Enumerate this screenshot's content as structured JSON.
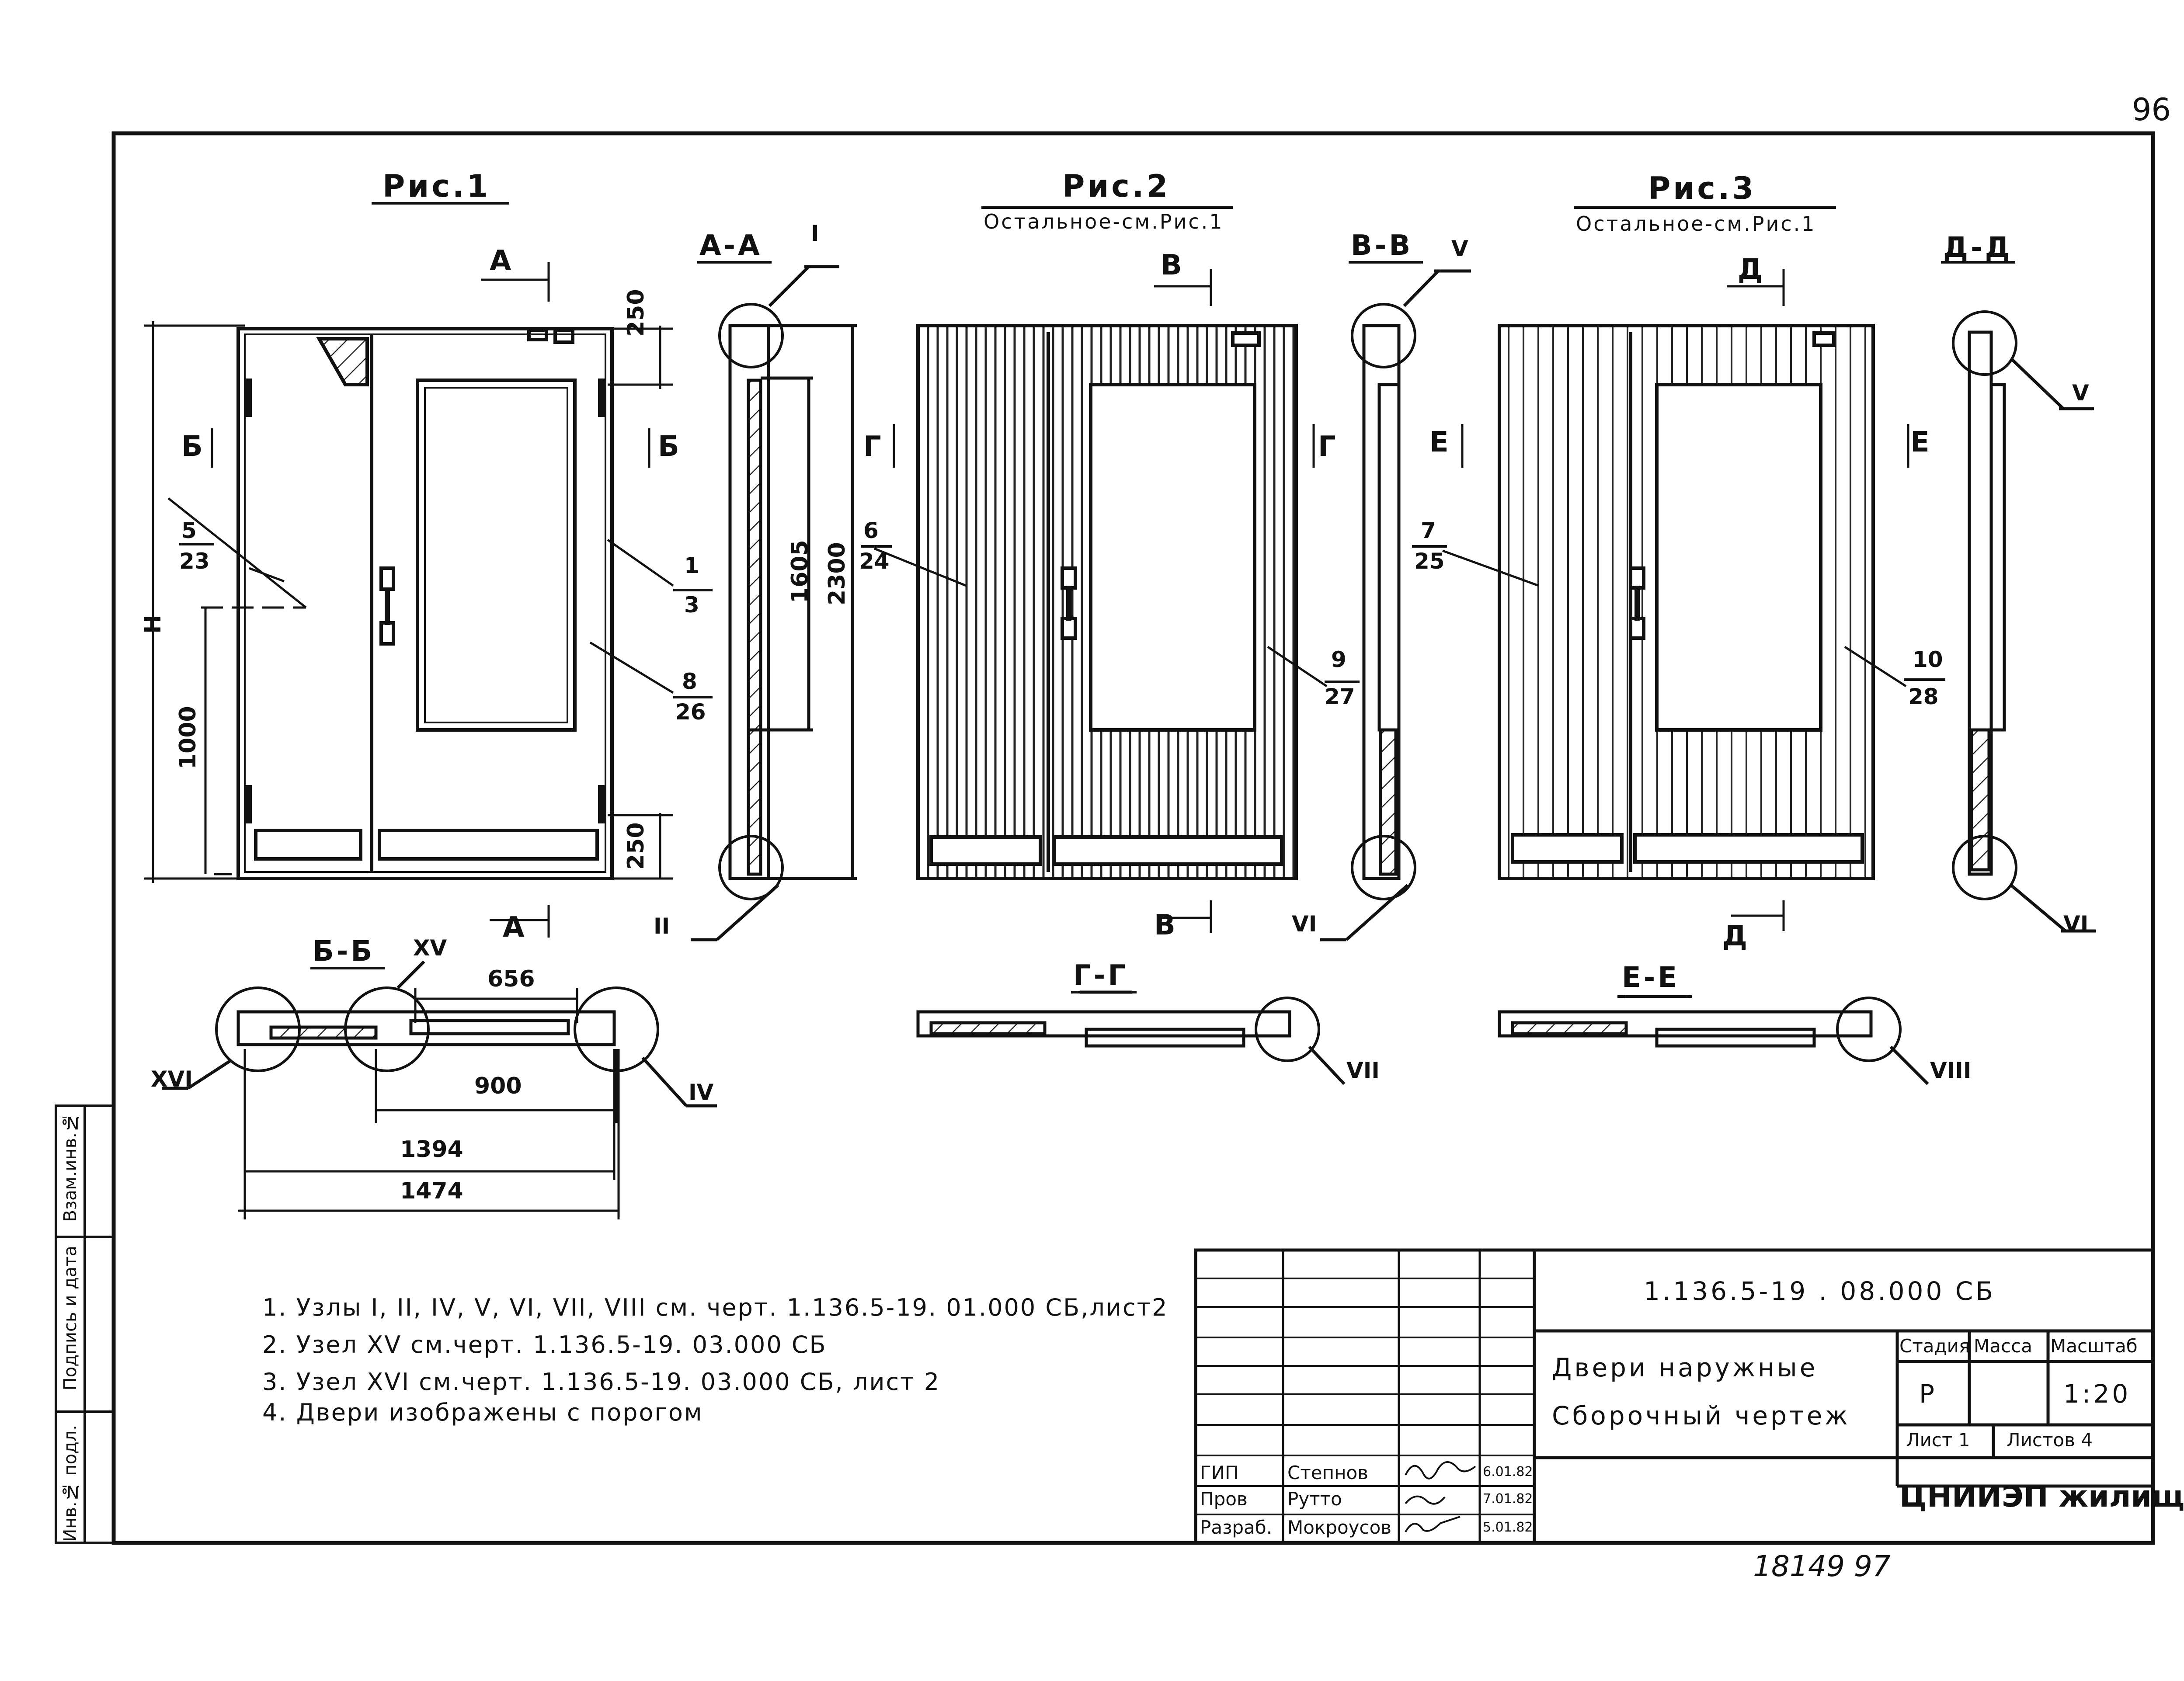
{
  "sheet": {
    "page_number": "96",
    "bottom_numbers": "18149  97"
  },
  "figures": {
    "fig1_title": "Рис.1",
    "fig2_title": "Рис.2",
    "fig2_sub": "Остальное-см.Рис.1",
    "fig3_title": "Рис.3",
    "fig3_sub": "Остальное-см.Рис.1"
  },
  "sections": {
    "aa": "А-А",
    "bb": "Б-Б",
    "vv": "В-В",
    "gg": "Г-Г",
    "dd": "Д-Д",
    "ee": "Е-Е",
    "a": "А",
    "b": "Б",
    "v": "В",
    "g": "Г",
    "d": "Д",
    "e": "Е"
  },
  "nodes": {
    "n1": "I",
    "n2": "II",
    "n4": "IV",
    "n5": "V",
    "n6": "VI",
    "n7": "VII",
    "n8": "VIII",
    "n15": "XV",
    "n16": "XVI"
  },
  "dims": {
    "d250": "250",
    "d1000": "1000",
    "d1605": "1605",
    "d2300": "2300",
    "d656": "656",
    "d900": "900",
    "d1394": "1394",
    "d1474": "1474",
    "h": "Н"
  },
  "callouts": {
    "p1": "1",
    "p1b": "3",
    "p5": "5",
    "p5b": "23",
    "p8": "8",
    "p8b": "26",
    "p6": "6",
    "p6b": "24",
    "p9": "9",
    "p9b": "27",
    "p7": "7",
    "p7b": "25",
    "p10": "10",
    "p10b": "28"
  },
  "notes": [
    "1. Узлы I, II, IV, V, VI, VII, VIII см. черт. 1.136.5-19. 01.000 СБ,лист2",
    "2. Узел XV см.черт. 1.136.5-19. 03.000 СБ",
    "3. Узел XVI см.черт. 1.136.5-19. 03.000 СБ, лист 2",
    "4. Двери изображены с порогом"
  ],
  "side_stamp": {
    "inv_podl": "Инв.№ подл.",
    "podpis": "Подпись и дата",
    "vzam": "Взам.инв.№"
  },
  "title_block": {
    "code": "1.136.5-19 . 08.000 СБ",
    "name1": "Двери наружные",
    "name2": "Сборочный чертеж",
    "stage_h": "Стадия",
    "mass_h": "Масса",
    "scale_h": "Масштаб",
    "stage": "Р",
    "scale": "1:20",
    "sheet": "Лист 1",
    "sheets": "Листов 4",
    "org": "ЦНИИЭП жилища",
    "roles": [
      "ГИП",
      "Пров",
      "Разраб."
    ],
    "names": [
      "Степнов",
      "Рутто",
      "Мокроусов"
    ],
    "dates": [
      "6.01.82",
      "7.01.82",
      "5.01.82"
    ]
  }
}
